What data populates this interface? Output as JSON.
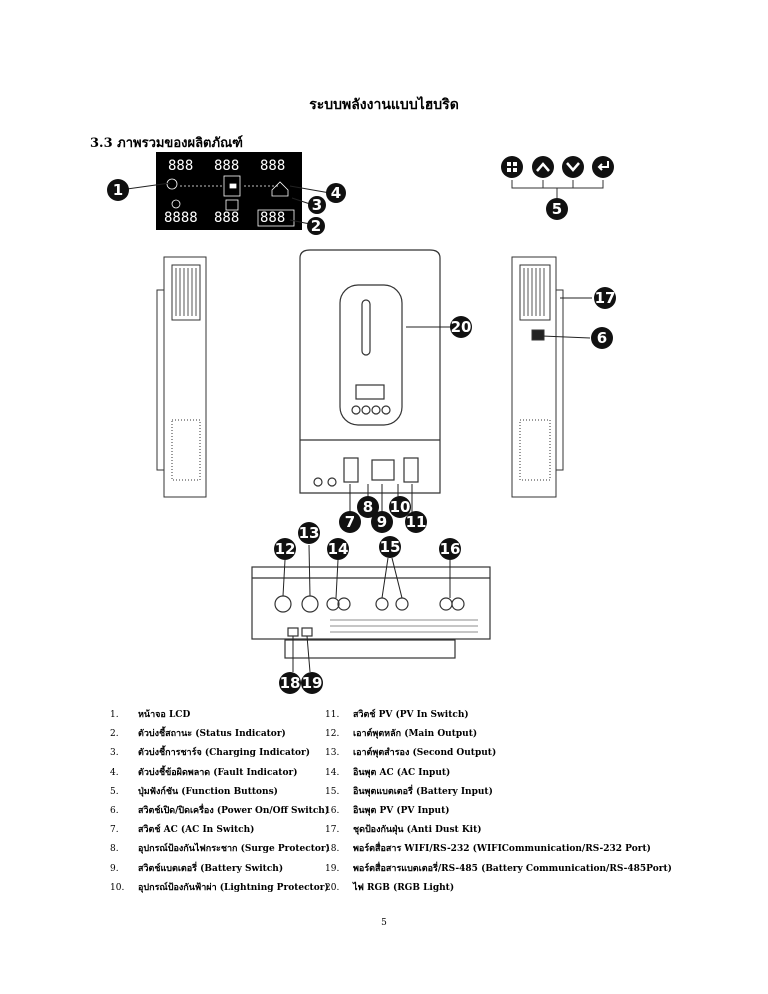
{
  "page_title": "ระบบพลังงานแบบไฮบริด",
  "section_heading": "3.3 ภาพรวมของผลิตภัณฑ์",
  "lcd": {
    "digits": [
      "888",
      "888",
      "888",
      "8888",
      "888",
      "888"
    ]
  },
  "callouts": [
    "1",
    "2",
    "3",
    "4",
    "5",
    "6",
    "7",
    "8",
    "9",
    "10",
    "11",
    "12",
    "13",
    "14",
    "15",
    "16",
    "17",
    "18",
    "19",
    "20"
  ],
  "legend_left": [
    {
      "num": "1.",
      "text": "หน้าจอ LCD"
    },
    {
      "num": "2.",
      "text": "ตัวบ่งชี้สถานะ (Status Indicator)"
    },
    {
      "num": "3.",
      "text": "ตัวบ่งชี้การชาร์จ (Charging Indicator)"
    },
    {
      "num": "4.",
      "text": "ตัวบ่งชี้ข้อผิดพลาด (Fault Indicator)"
    },
    {
      "num": "5.",
      "text": "ปุ่มฟังก์ชัน (Function Buttons)"
    },
    {
      "num": "6.",
      "text": "สวิตช์เปิด/ปิดเครื่อง (Power On/Off Switch)"
    },
    {
      "num": "7.",
      "text": "สวิตช์ AC (AC In Switch)"
    },
    {
      "num": "8.",
      "text": "อุปกรณ์ป้องกันไฟกระชาก (Surge Protector)"
    },
    {
      "num": "9.",
      "text": "สวิตช์แบตเตอรี่ (Battery Switch)"
    },
    {
      "num": "10.",
      "text": "อุปกรณ์ป้องกันฟ้าผ่า (Lightning Protector)"
    }
  ],
  "legend_right": [
    {
      "num": "11.",
      "text": "สวิตช์ PV (PV In Switch)"
    },
    {
      "num": "12.",
      "text": "เอาต์พุตหลัก (Main Output)"
    },
    {
      "num": "13.",
      "text": "เอาต์พุตสำรอง (Second Output)"
    },
    {
      "num": "14.",
      "text": "อินพุต AC (AC Input)"
    },
    {
      "num": "15.",
      "text": "อินพุตแบตเตอรี่ (Battery Input)"
    },
    {
      "num": "16.",
      "text": "อินพุต PV (PV Input)"
    },
    {
      "num": "17.",
      "text": "ชุดป้องกันฝุ่น (Anti Dust Kit)"
    },
    {
      "num": "18.",
      "text": "พอร์ตสื่อสาร WIFI/RS-232 (WIFICommunication/RS-232 Port)"
    },
    {
      "num": "19.",
      "text": "พอร์ตสื่อสารแบตเตอรี่/RS-485 (Battery Communication/RS-485Port)"
    },
    {
      "num": "20.",
      "text": "ไฟ RGB (RGB Light)"
    }
  ],
  "page_number": "5"
}
